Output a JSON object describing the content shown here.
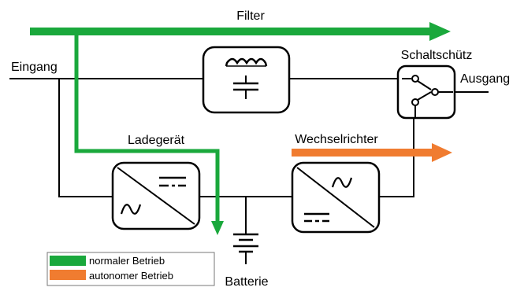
{
  "labels": {
    "filter": "Filter",
    "eingang": "Eingang",
    "ausgang": "Ausgang",
    "schaltschuetz": "Schaltschütz",
    "ladegeraet": "Ladegerät",
    "wechselrichter": "Wechselrichter",
    "batterie": "Batterie"
  },
  "legend": [
    {
      "label": "normaler Betrieb",
      "color": "#1aa83c"
    },
    {
      "label": "autonomer Betrieb",
      "color": "#f07c30"
    }
  ],
  "colors": {
    "normal_path": "#1aa83c",
    "autonomous_path": "#f07c30",
    "wire": "#000000"
  },
  "icons": {
    "filter": "lc-filter-icon",
    "switch": "contactor-switch-icon",
    "charger": "ac-dc-converter-icon",
    "inverter": "dc-ac-converter-icon",
    "battery": "battery-icon"
  }
}
